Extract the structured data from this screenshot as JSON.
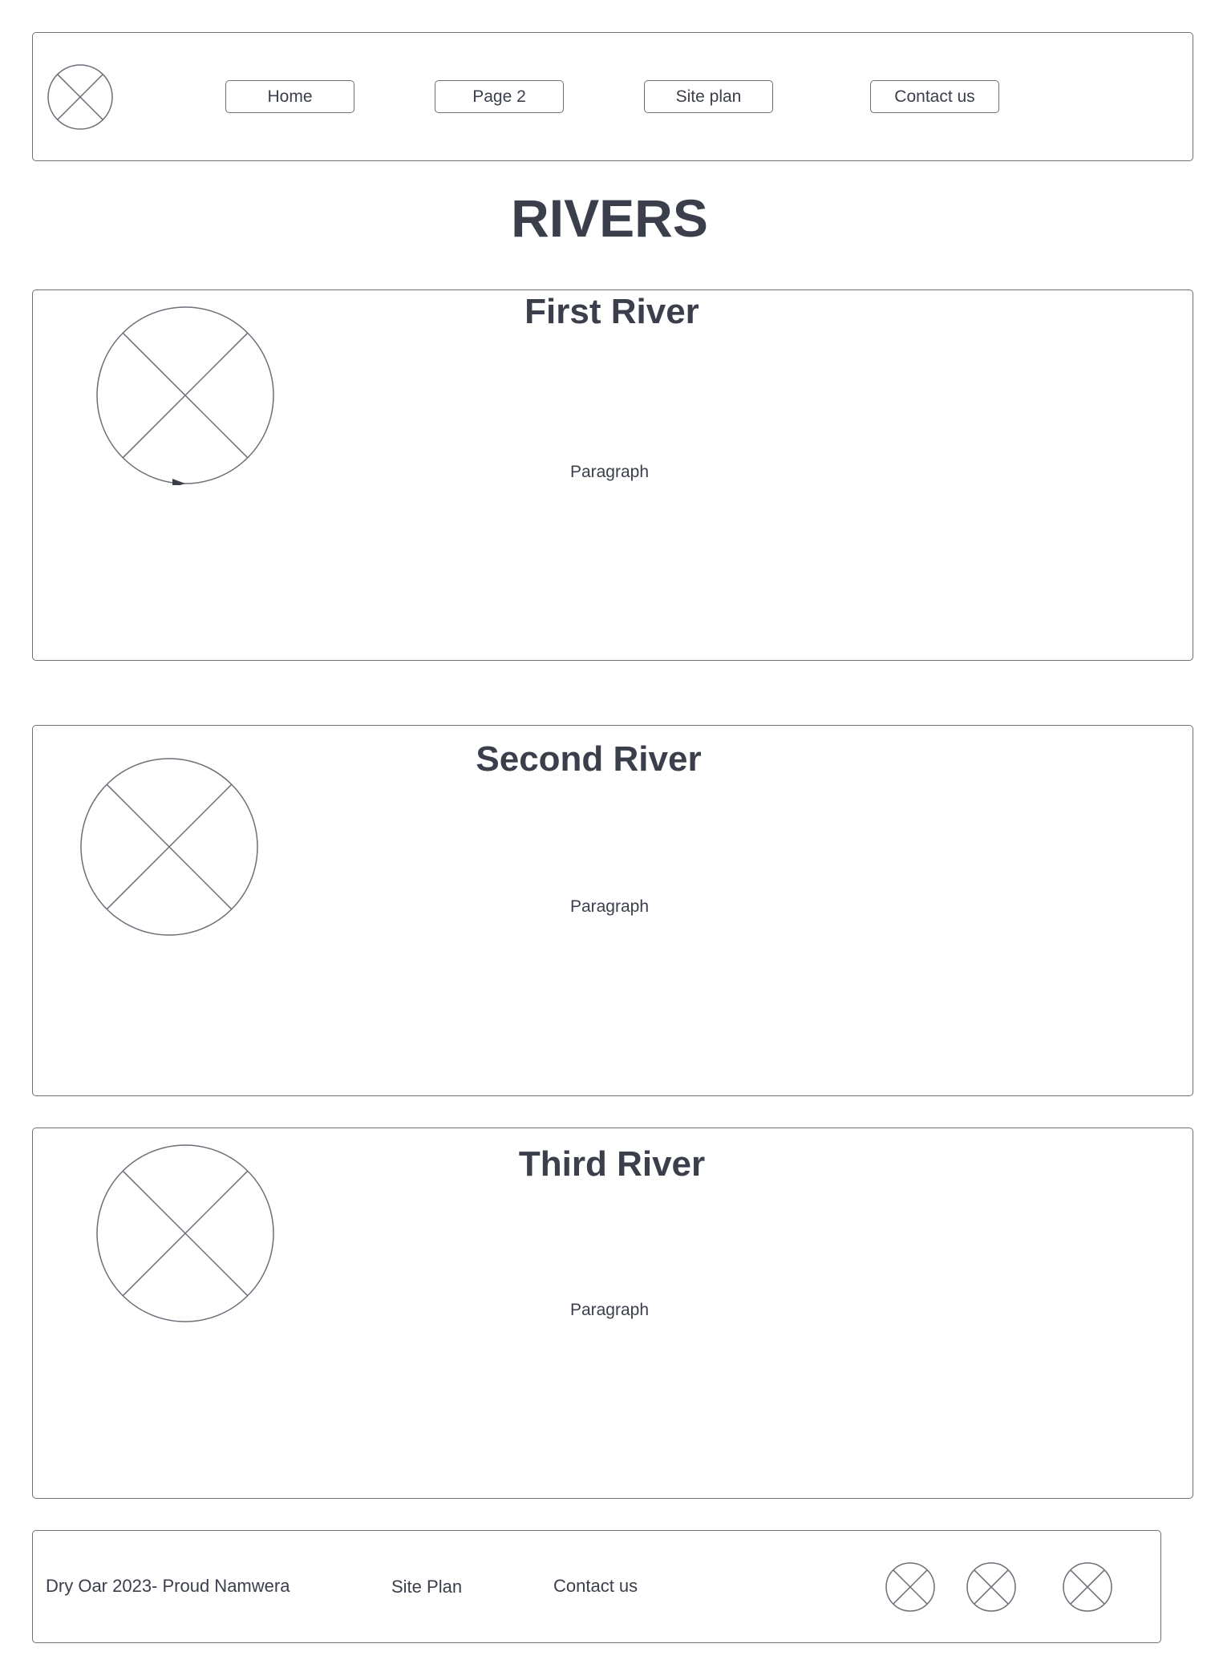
{
  "header": {
    "logo_icon": "image-placeholder-icon",
    "nav": [
      "Home",
      "Page 2",
      "Site plan",
      "Contact us"
    ]
  },
  "page_title": "RIVERS",
  "sections": [
    {
      "title": "First River",
      "paragraph": "Paragraph",
      "image_icon": "image-placeholder-icon"
    },
    {
      "title": "Second River",
      "paragraph": "Paragraph",
      "image_icon": "image-placeholder-icon"
    },
    {
      "title": "Third River",
      "paragraph": "Paragraph",
      "image_icon": "image-placeholder-icon"
    }
  ],
  "footer": {
    "copyright": "Dry Oar 2023- Proud Namwera",
    "links": [
      "Site Plan",
      "Contact us"
    ],
    "social_icons": [
      "image-placeholder-icon",
      "image-placeholder-icon",
      "image-placeholder-icon"
    ]
  },
  "colors": {
    "stroke": "#6b6f78",
    "text": "#3a3f4b",
    "background": "#ffffff"
  }
}
